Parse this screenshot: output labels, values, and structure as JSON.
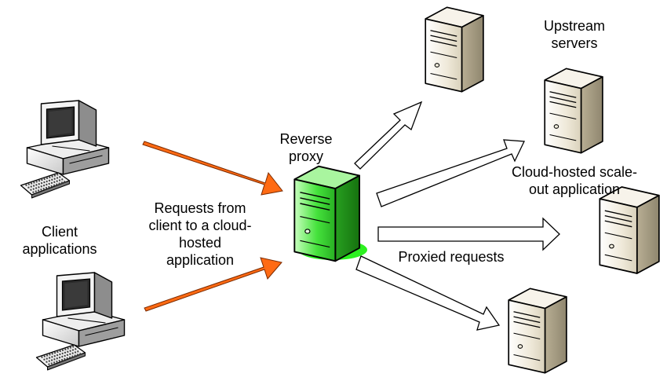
{
  "labels": {
    "upstream_servers": "Upstream\nservers",
    "reverse_proxy": "Reverse\nproxy",
    "cloud_hosted": "Cloud-hosted scale-\nout application",
    "requests": "Requests from\nclient to a cloud-\nhosted\napplication",
    "client_apps": "Client\napplications",
    "proxied_requests": "Proxied requests"
  },
  "colors": {
    "request_arrow": "#ff6a13",
    "proxy_server": "#45e23c",
    "upstream_server": "#efe9d9",
    "client_pc": "#ffffff"
  },
  "icons": {
    "client": "desktop-computer-icon",
    "proxy": "tower-server-icon",
    "upstream": "tower-server-icon"
  }
}
